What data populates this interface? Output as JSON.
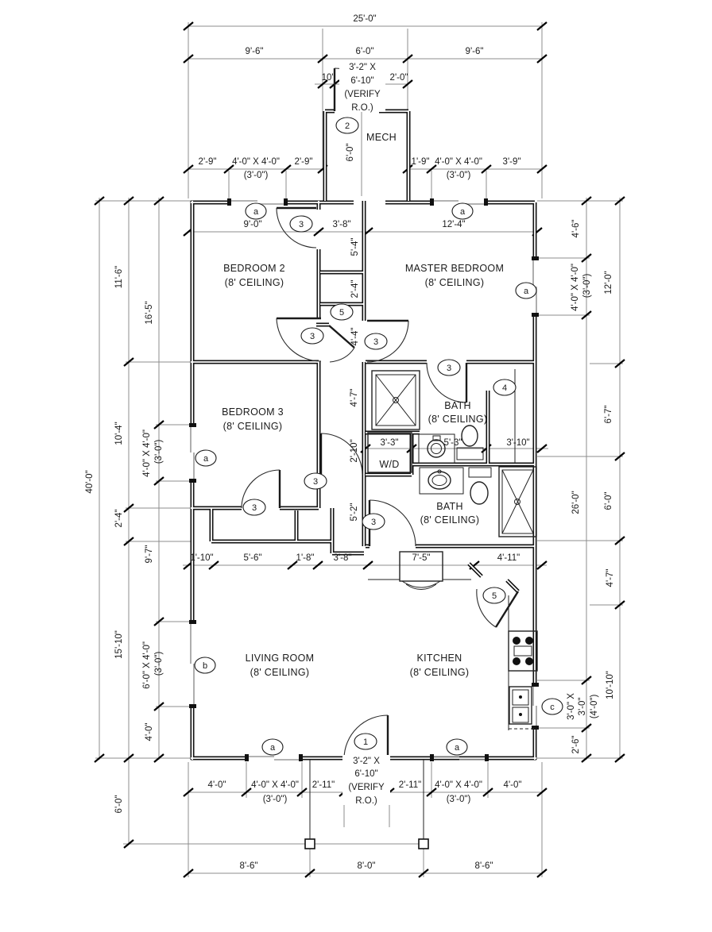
{
  "drawing_type": "floor-plan",
  "rooms": [
    {
      "name": "MECH",
      "ceiling": ""
    },
    {
      "name": "BEDROOM 2",
      "ceiling": "(8' CEILING)"
    },
    {
      "name": "MASTER BEDROOM",
      "ceiling": "(8' CEILING)"
    },
    {
      "name": "BEDROOM 3",
      "ceiling": "(8' CEILING)"
    },
    {
      "name": "BATH",
      "ceiling": "(8' CEILING)"
    },
    {
      "name": "BATH",
      "ceiling": "(8' CEILING)"
    },
    {
      "name": "LIVING ROOM",
      "ceiling": "(8' CEILING)"
    },
    {
      "name": "KITCHEN",
      "ceiling": "(8' CEILING)"
    },
    {
      "name": "W/D",
      "ceiling": ""
    }
  ],
  "dims": {
    "overall_width": "25'-0\"",
    "overall_height": "40'-0\"",
    "top": [
      "9'-6\"",
      "6'-0\"",
      "9'-6\""
    ],
    "top_jamb": [
      "10\"",
      "2'-0\""
    ],
    "top_windows": [
      "2'-9\"",
      "4'-0\" X 4'-0\"",
      "(3'-0\")",
      "2'-9\"",
      "1'-9\"",
      "4'-0\" X 4'-0\"",
      "(3'-0\")",
      "3'-9\""
    ],
    "bedroom_row": [
      "9'-0\"",
      "3'-8\"",
      "12'-4\""
    ],
    "hall": [
      "5'-4\"",
      "2'-4\"",
      "4'-4\""
    ],
    "mech_depth": "6'-0\"",
    "bath_col": [
      "4'-7\"",
      "2'-10\"",
      "5'-2\""
    ],
    "bath_inner": [
      "3'-3\"",
      "5'-3\"",
      "3'-10\""
    ],
    "mid_row": [
      "1'-10\"",
      "5'-6\"",
      "1'-8\"",
      "3'-8\"",
      "7'-5\"",
      "4'-11\""
    ],
    "bottom_row": [
      "4'-0\"",
      "4'-0\" X 4'-0\"",
      "(3'-0\")",
      "2'-11\"",
      "2'-11\"",
      "4'-0\" X 4'-0\"",
      "(3'-0\")",
      "4'-0\""
    ],
    "porch_row": [
      "8'-6\"",
      "8'-0\"",
      "8'-6\""
    ],
    "left": [
      "11'-6\"",
      "16'-5\"",
      "10'-4\"",
      "4'-0\" X 4'-0\"",
      "(3'-0\")",
      "2'-4\"",
      "9'-7\"",
      "15'-10\"",
      "6'-0\" X 4'-0\"",
      "(3'-0\")",
      "4'-0\"",
      "6'-0\""
    ],
    "right": [
      "4'-6\"",
      "4'-0\" X 4'-0\"",
      "(3'-0\")",
      "12'-0\"",
      "6'-7\"",
      "26'-0\"",
      "6'-0\"",
      "4'-7\"",
      "10'-10\"",
      "3'-0\" X",
      "3'-0\"",
      "(4'-0\")",
      "2'-6\""
    ]
  },
  "door_notes": {
    "front": [
      "3'-2\" X",
      "6'-10\"",
      "(VERIFY",
      "R.O.)"
    ],
    "rear": [
      "3'-2\" X",
      "6'-10\"",
      "(VERIFY",
      "R.O.)"
    ]
  },
  "tags": {
    "door1": "1",
    "door2": "2",
    "door3": "3",
    "door4": "4",
    "door5": "5",
    "win_a": "a",
    "win_b": "b",
    "win_c": "c"
  }
}
